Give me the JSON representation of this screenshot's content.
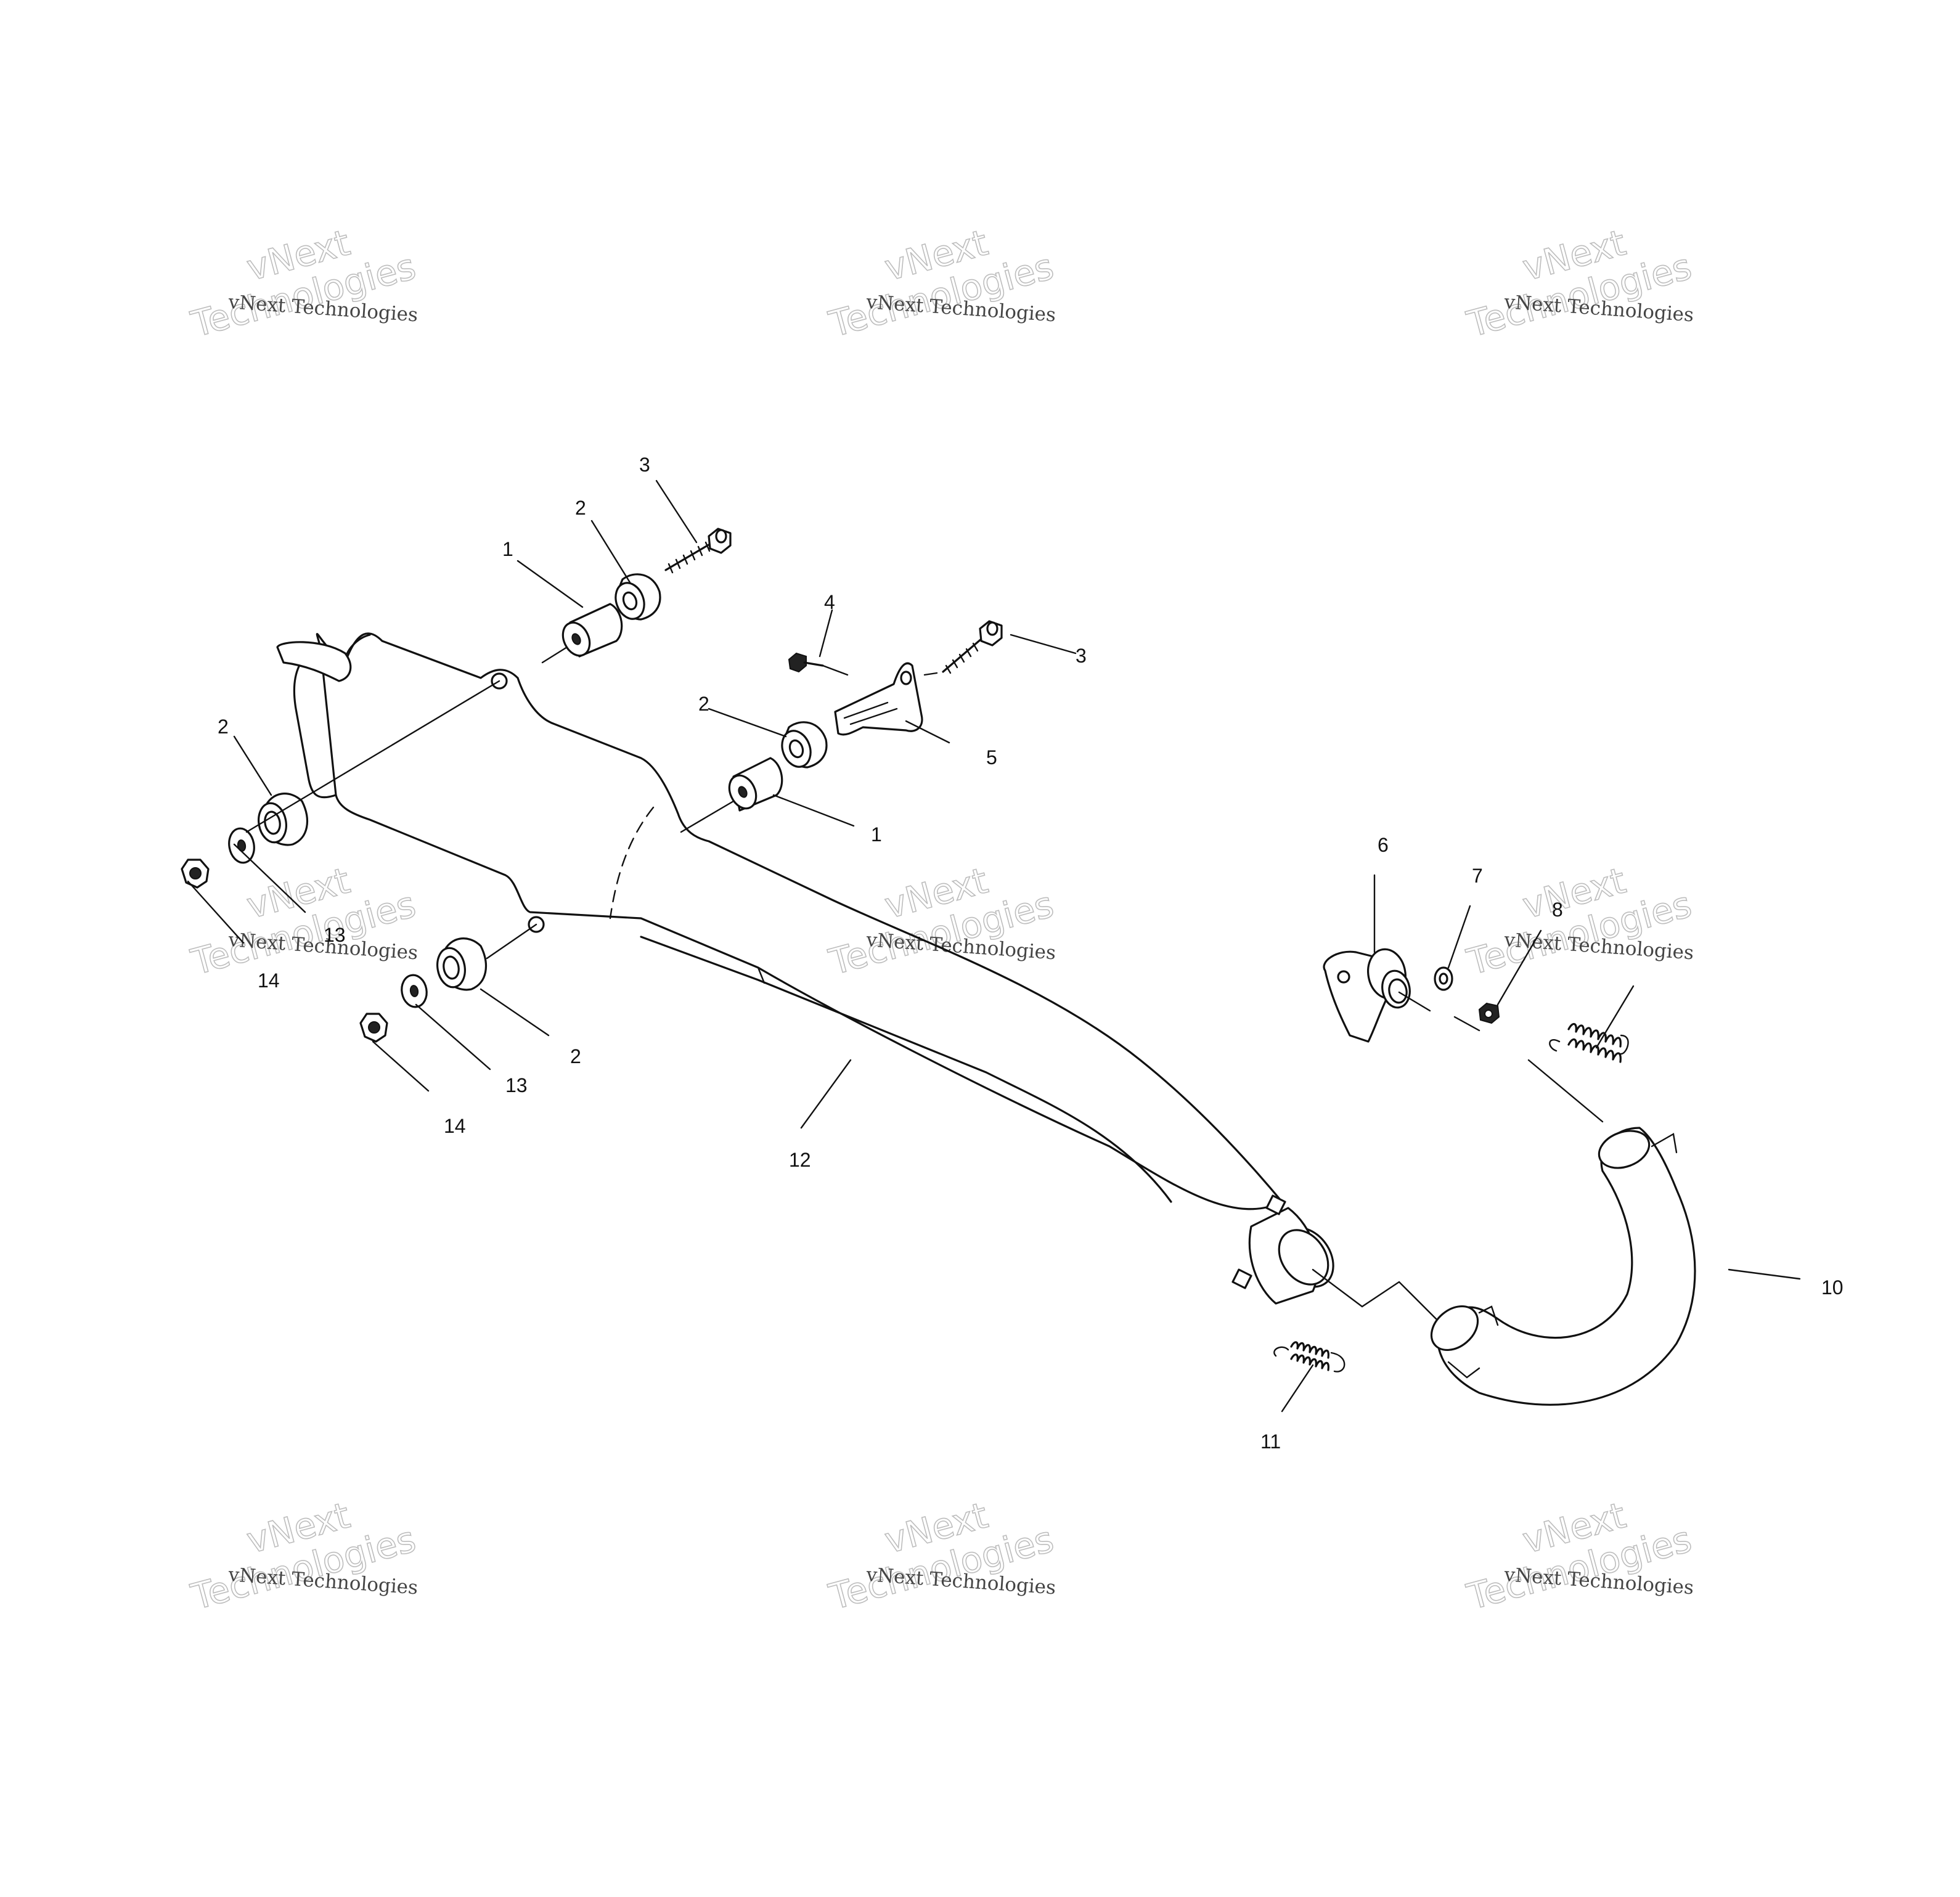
{
  "watermark": {
    "small_text": "vNext Technologies",
    "big_line1": "vNext",
    "big_line2": "Technologies"
  },
  "callouts": {
    "c1a": "1",
    "c1b": "1",
    "c2a": "2",
    "c2b": "2",
    "c2c": "2",
    "c2d": "2",
    "c3a": "3",
    "c3b": "3",
    "c4": "4",
    "c5": "5",
    "c6": "6",
    "c7": "7",
    "c8": "8",
    "c10": "10",
    "c11": "11",
    "c12": "12",
    "c13a": "13",
    "c13b": "13",
    "c14a": "14",
    "c14b": "14"
  },
  "colors": {
    "ink": "#111111",
    "background": "#ffffff",
    "watermark_outline": "#bdbdbd"
  }
}
